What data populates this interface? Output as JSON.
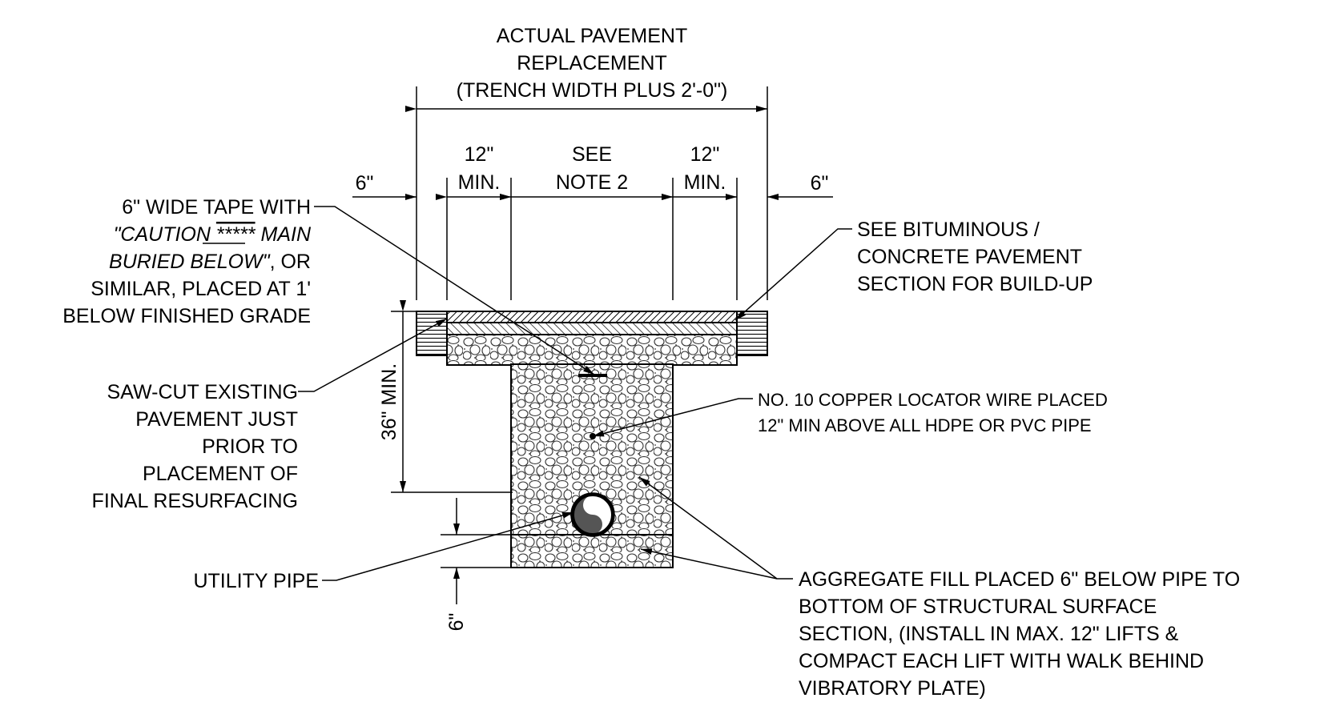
{
  "top_dimension": {
    "line1": "ACTUAL PAVEMENT",
    "line2": "REPLACEMENT",
    "line3": "(TRENCH WIDTH PLUS 2'-0\")"
  },
  "dims": {
    "left_6": "6\"",
    "right_6": "6\"",
    "left_12_a": "12\"",
    "left_12_b": "MIN.",
    "see_a": "SEE",
    "see_b": "NOTE 2",
    "right_12_a": "12\"",
    "right_12_b": "MIN.",
    "depth": "36\" MIN.",
    "bottom_6": "6\""
  },
  "notes": {
    "tape": {
      "l1": "6\" WIDE TAPE WITH",
      "l2_a": "\"CAUTION ",
      "l2_b": "*****",
      "l2_c": " MAIN",
      "l3_a": "BURIED BELOW\"",
      "l3_b": ", OR",
      "l4": "SIMILAR, PLACED AT 1'",
      "l5": "BELOW FINISHED GRADE"
    },
    "bituminous": {
      "l1": "SEE BITUMINOUS /",
      "l2": "CONCRETE PAVEMENT",
      "l3": "SECTION FOR BUILD-UP"
    },
    "sawcut": {
      "l1": "SAW-CUT EXISTING",
      "l2": "PAVEMENT JUST",
      "l3": "PRIOR TO",
      "l4": "PLACEMENT OF",
      "l5": "FINAL RESURFACING"
    },
    "wire": {
      "l1": "NO. 10 COPPER LOCATOR WIRE PLACED",
      "l2": "12\" MIN ABOVE ALL HDPE OR PVC PIPE"
    },
    "pipe": "UTILITY PIPE",
    "aggregate": {
      "l1": "AGGREGATE FILL PLACED 6\" BELOW PIPE TO",
      "l2": "BOTTOM OF STRUCTURAL SURFACE",
      "l3": "SECTION, (INSTALL IN MAX. 12\" LIFTS &",
      "l4": "COMPACT EACH LIFT WITH WALK BEHIND",
      "l5": "VIBRATORY PLATE)"
    }
  }
}
